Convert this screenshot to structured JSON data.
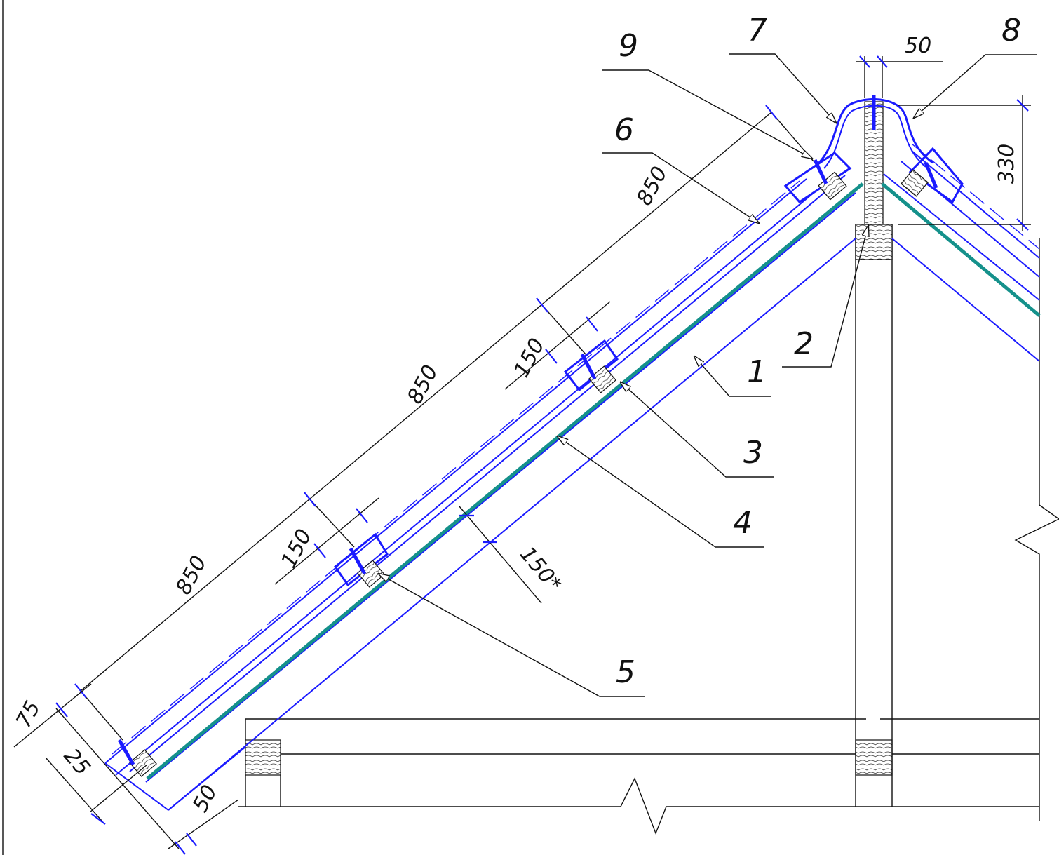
{
  "callouts": [
    {
      "id": "1",
      "label": "1"
    },
    {
      "id": "2",
      "label": "2"
    },
    {
      "id": "3",
      "label": "3"
    },
    {
      "id": "4",
      "label": "4"
    },
    {
      "id": "5",
      "label": "5"
    },
    {
      "id": "6",
      "label": "6"
    },
    {
      "id": "7",
      "label": "7"
    },
    {
      "id": "8",
      "label": "8"
    },
    {
      "id": "9",
      "label": "9"
    }
  ],
  "dimensions": {
    "ridge_width": "50",
    "ridge_height": "330",
    "spacing_top": "850",
    "spacing_middle": "850",
    "spacing_bottom": "850",
    "overlap_upper": "150",
    "overlap_lower": "150",
    "insulation": "150*",
    "eave_overhang": "75",
    "batten": "25",
    "counter_batten": "50"
  },
  "colors": {
    "structure": "#1a1aff",
    "membrane": "#15918b",
    "dimension_lines": "#111111"
  }
}
